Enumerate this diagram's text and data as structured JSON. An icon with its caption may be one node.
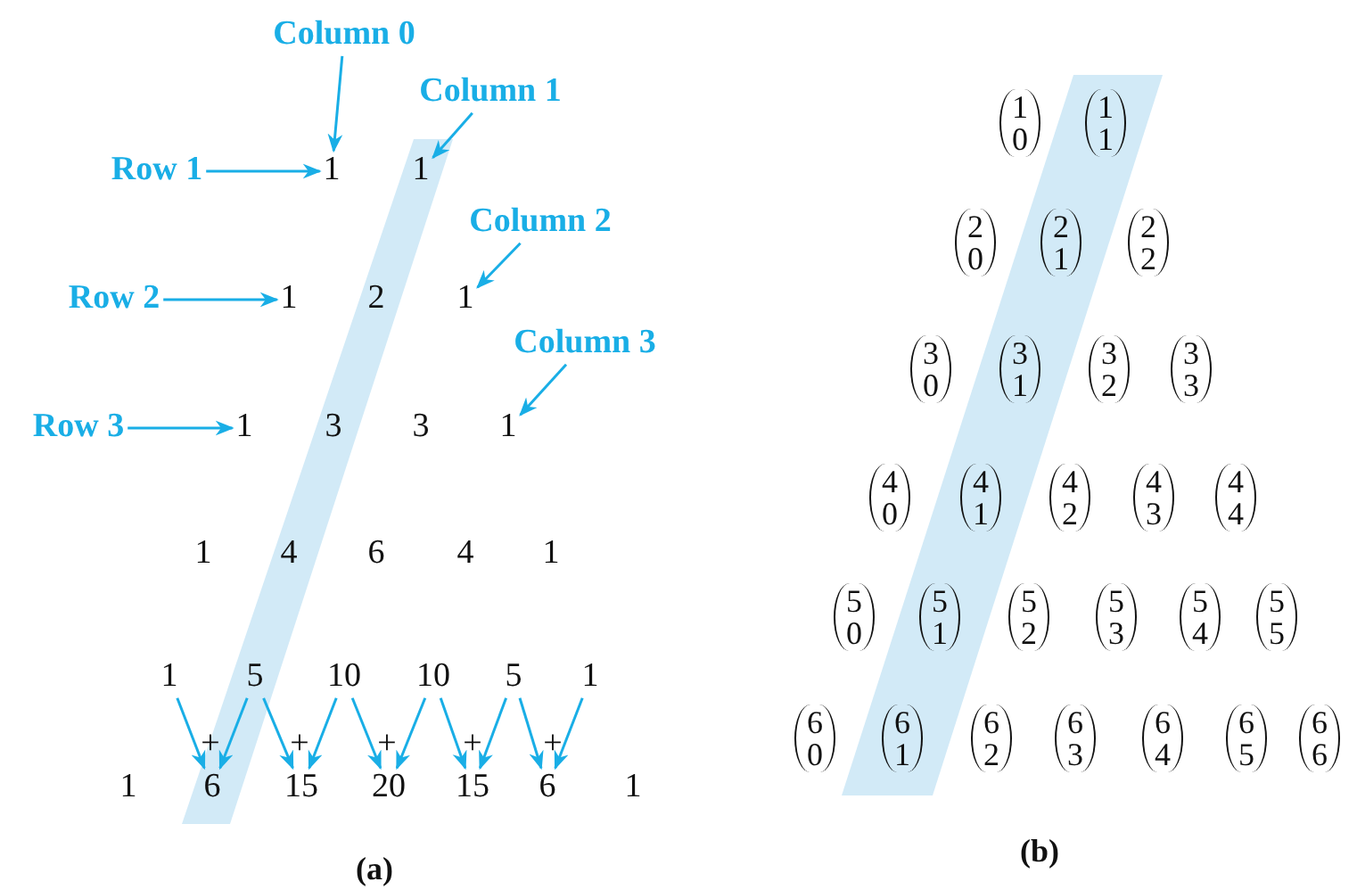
{
  "diagram": {
    "nodes": [
      {
        "text": [
          "Column 0"
        ]
      },
      {
        "text": [
          "Column 1"
        ]
      },
      {
        "text": [
          "Row 1"
        ]
      },
      {
        "text": [
          "1"
        ]
      },
      {
        "text": [
          "1"
        ]
      },
      {
        "text": [
          "Column 2"
        ]
      },
      {
        "text": [
          "Row 2"
        ]
      },
      {
        "text": [
          "1"
        ]
      },
      {
        "text": [
          "1"
        ]
      },
      {
        "text": [
          "Column 3"
        ]
      },
      {
        "text": [
          "Row 3"
        ]
      },
      {
        "text": [
          "1"
        ]
      },
      {
        "text": [
          "1"
        ]
      },
      {
        "text": [
          "1"
        ]
      },
      {
        "text": [
          "5"
        ]
      },
      {
        "text": [
          "10"
        ]
      },
      {
        "text": [
          "10"
        ]
      },
      {
        "text": [
          "5"
        ]
      },
      {
        "text": [
          "1"
        ]
      },
      {
        "text": [
          "6"
        ]
      },
      {
        "text": [
          "15"
        ]
      },
      {
        "text": [
          "20"
        ]
      },
      {
        "text": [
          "15"
        ]
      },
      {
        "text": [
          "6"
        ]
      }
    ],
    "edges": [
      {
        "from": 0,
        "to": 3,
        "arrow": "to"
      },
      {
        "from": 1,
        "to": 4,
        "arrow": "to"
      },
      {
        "from": 2,
        "to": 3,
        "arrow": "to"
      },
      {
        "from": 5,
        "to": 8,
        "arrow": "to"
      },
      {
        "from": 6,
        "to": 7,
        "arrow": "to"
      },
      {
        "from": 9,
        "to": 12,
        "arrow": "to"
      },
      {
        "from": 10,
        "to": 11,
        "arrow": "to"
      },
      {
        "from": 13,
        "to": 19,
        "arrow": "to"
      },
      {
        "from": 14,
        "to": 19,
        "arrow": "to"
      },
      {
        "from": 14,
        "to": 20,
        "arrow": "to"
      },
      {
        "from": 15,
        "to": 20,
        "arrow": "to"
      },
      {
        "from": 15,
        "to": 21,
        "arrow": "to"
      },
      {
        "from": 16,
        "to": 21,
        "arrow": "to"
      },
      {
        "from": 16,
        "to": 22,
        "arrow": "to"
      },
      {
        "from": 17,
        "to": 22,
        "arrow": "to"
      },
      {
        "from": 17,
        "to": 23,
        "arrow": "to"
      },
      {
        "from": 18,
        "to": 23,
        "arrow": "to"
      }
    ],
    "labels": [
      "2",
      "3",
      "3",
      "1",
      "4",
      "6",
      "4",
      "1",
      "+",
      "+",
      "+",
      "+",
      "+",
      "1",
      "1",
      "(a)",
      "1 0",
      "1 1",
      "2 0",
      "2 1",
      "2 2",
      "3 0",
      "3 1",
      "3 2",
      "3 3",
      "4 0",
      "4 1",
      "4 2",
      "4 3",
      "4 4",
      "5 0",
      "5 1",
      "5 2",
      "5 3",
      "5 4",
      "5 5",
      "6 0",
      "6 1",
      "6 2",
      "6 3",
      "6 4",
      "6 5",
      "6 6",
      "(b)"
    ]
  }
}
